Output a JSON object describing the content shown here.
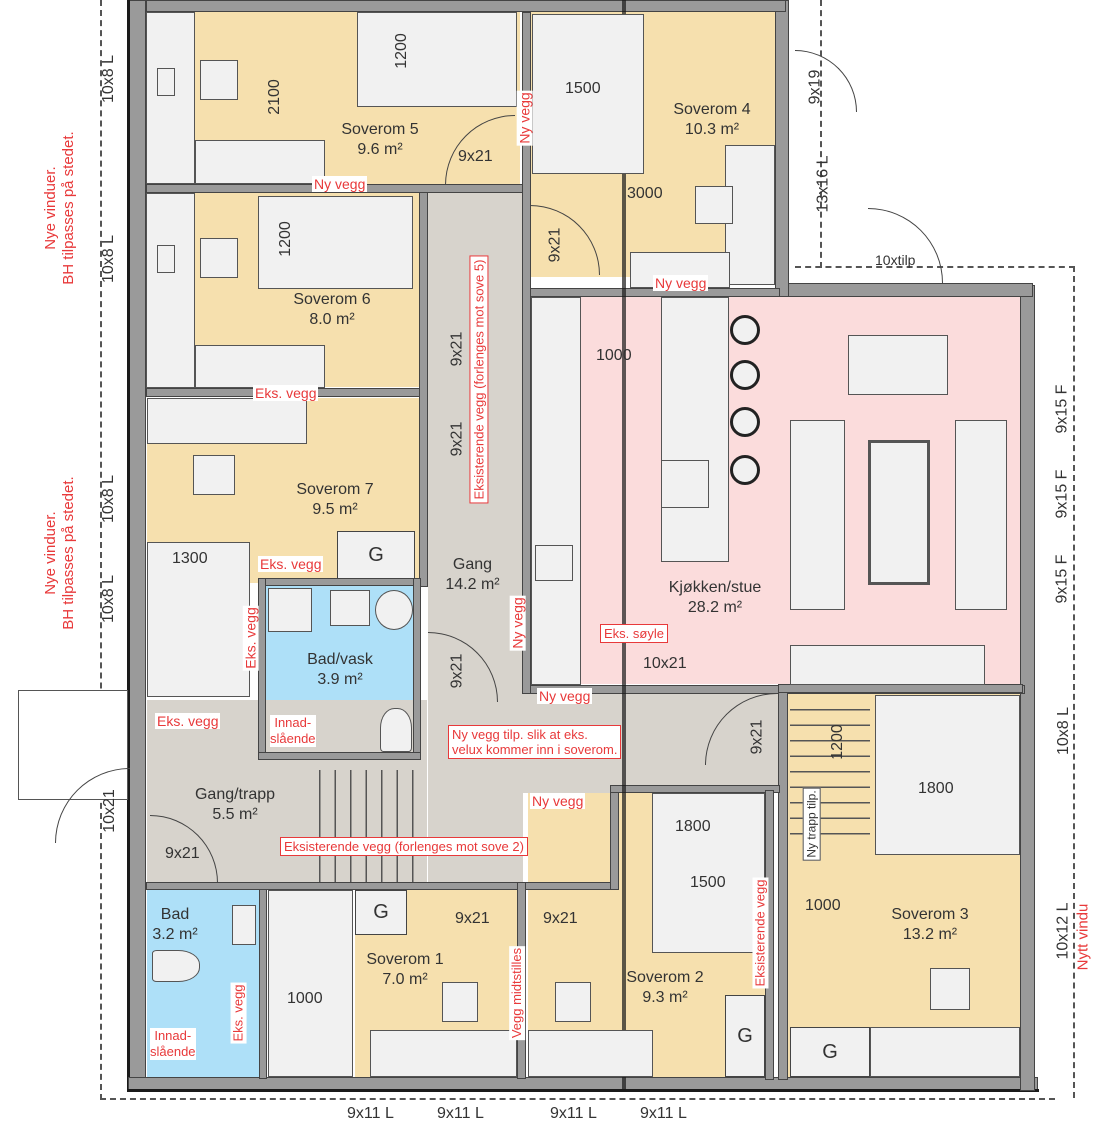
{
  "rooms": {
    "soverom5": {
      "name": "Soverom 5",
      "area": "9.6 m²"
    },
    "soverom4": {
      "name": "Soverom 4",
      "area": "10.3 m²"
    },
    "soverom6": {
      "name": "Soverom 6",
      "area": "8.0 m²"
    },
    "soverom7": {
      "name": "Soverom 7",
      "area": "9.5 m²"
    },
    "gang": {
      "name": "Gang",
      "area": "14.2 m²"
    },
    "kjokken": {
      "name": "Kjøkken/stue",
      "area": "28.2 m²"
    },
    "badvask": {
      "name": "Bad/vask",
      "area": "3.9 m²"
    },
    "gangtrapp": {
      "name": "Gang/trapp",
      "area": "5.5 m²"
    },
    "bad": {
      "name": "Bad",
      "area": "3.2 m²"
    },
    "soverom1": {
      "name": "Soverom 1",
      "area": "7.0 m²"
    },
    "soverom2": {
      "name": "Soverom 2",
      "area": "9.3 m²"
    },
    "soverom3": {
      "name": "Soverom 3",
      "area": "13.2 m²"
    }
  },
  "dimensions": {
    "d2100": "2100",
    "d1200a": "1200",
    "d1200b": "1200",
    "d1500a": "1500",
    "d3000": "3000",
    "d1000a": "1000",
    "d1300": "1300",
    "d1200c": "1200",
    "d1800a": "1800",
    "d1800b": "1800",
    "d1500b": "1500",
    "d1000b": "1000",
    "d1000c": "1000"
  },
  "doors": {
    "s5": "9x21",
    "s4": "9x21",
    "gang1": "9x21",
    "gang2": "9x21",
    "gang3": "9x21",
    "kit": "10x21",
    "hall": "9x21",
    "trapp": "9x21",
    "s1": "9x21",
    "s2": "9x21",
    "entry": "10x21",
    "veranda": "10xtilp",
    "side": "9x19"
  },
  "windows": {
    "left1": "10x8 L",
    "left2": "10x8 L",
    "left3": "10x8 L",
    "left4": "10x8 L",
    "right_top": "13x16 L",
    "right_f1": "9x15 F",
    "right_f2": "9x15 F",
    "right_f3": "9x15 F",
    "right_mid": "10x8 L",
    "right_low": "10x12 L",
    "bottom1": "9x11 L",
    "bottom2": "9x11 L",
    "bottom3": "9x11 L",
    "bottom4": "9x11 L"
  },
  "notes": {
    "nye_vinduer1_a": "Nye vinduer.",
    "nye_vinduer1_b": "BH tilpasses på stedet.",
    "nye_vinduer2_a": "Nye vinduer.",
    "nye_vinduer2_b": "BH tilpasses på stedet.",
    "ny_vegg_s5": "Ny vegg",
    "ny_vegg_vert_top": "Ny vegg",
    "ny_vegg_s4": "Ny vegg",
    "eks_vegg_s6": "Eks. vegg",
    "eks_vegg_s7": "Eks. vegg",
    "eks_vegg_vert": "Eks. vegg",
    "eks_vegg_trapp": "Eks. vegg",
    "eksisterende_vegg_sove5": "Eksisterende vegg (forlenges mot sove 5)",
    "ny_vegg_gang": "Ny vegg",
    "eks_soyle": "Eks. søyle",
    "ny_vegg_kit": "Ny vegg",
    "ny_vegg_tilp_a": "Ny vegg tilp. slik at eks.",
    "ny_vegg_tilp_b": "velux kommer inn i soverom.",
    "ny_vegg_s2": "Ny vegg",
    "eksisterende_vegg_sove2": "Eksisterende vegg (forlenges mot sove 2)",
    "innad1_a": "Innad-",
    "innad1_b": "slående",
    "innad2_a": "Innad-",
    "innad2_b": "slående",
    "eks_vegg_bad": "Eks. vegg",
    "vegg_midtstilles": "Vegg midtstilles",
    "eksisterende_vegg_s3": "Eksisterende vegg",
    "ny_trapp": "Ny trapp tilp.",
    "nytt_vindu": "Nytt vindu"
  },
  "fixtures": {
    "g_s7": "G",
    "g_s1": "G",
    "g_s2": "G",
    "g_s3": "G"
  },
  "colors": {
    "bedroom": "#f6e0ae",
    "hallway": "#d7d3cc",
    "bathroom": "#aee0f8",
    "kitchen": "#fbdcdc",
    "annotation": "#e8393a",
    "wall": "#9a9a9a"
  }
}
